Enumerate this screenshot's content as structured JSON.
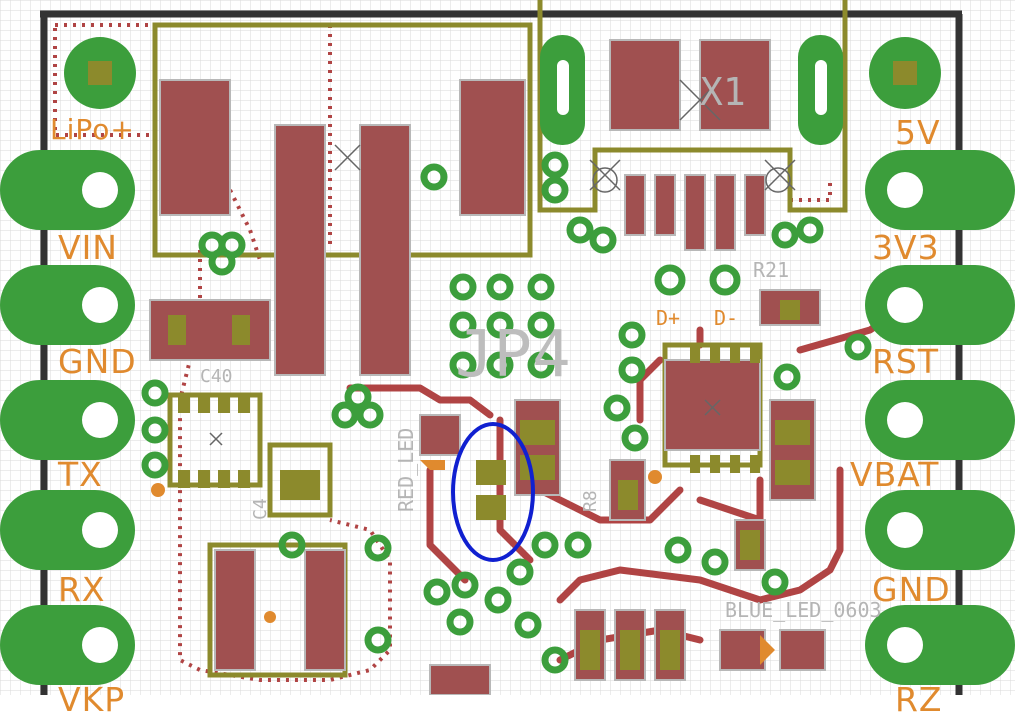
{
  "view": "pcb-layout",
  "colors": {
    "background": "#ffffff",
    "grid": "#d4d4d4",
    "board_outline": "#333333",
    "copper_pad": "#a05050",
    "pad_outline": "#b0b0b0",
    "via": "#3c9e3c",
    "silkscreen": "#8c8a2c",
    "trace": "#b04444",
    "pin_label": "#e08a2e",
    "selection": "#1020d0"
  },
  "pin_labels_left": [
    "LiPo+",
    "VIN",
    "GND",
    "TX",
    "RX",
    "VKP"
  ],
  "pin_labels_right": [
    "5V",
    "3V3",
    "RST",
    "VBAT",
    "GND",
    "RZ"
  ],
  "refdes": {
    "jp": "JP4",
    "c40": "C40",
    "r21": "R21",
    "x1": "X1",
    "red_led": "RED_LED",
    "blue_led": "BLUE_LED_0603",
    "d_plus": "D+",
    "d_minus": "D-",
    "c4": "C4",
    "r8": "R8"
  },
  "selection": {
    "shape": "ellipse",
    "target": "small pad pair near RED_LED"
  }
}
